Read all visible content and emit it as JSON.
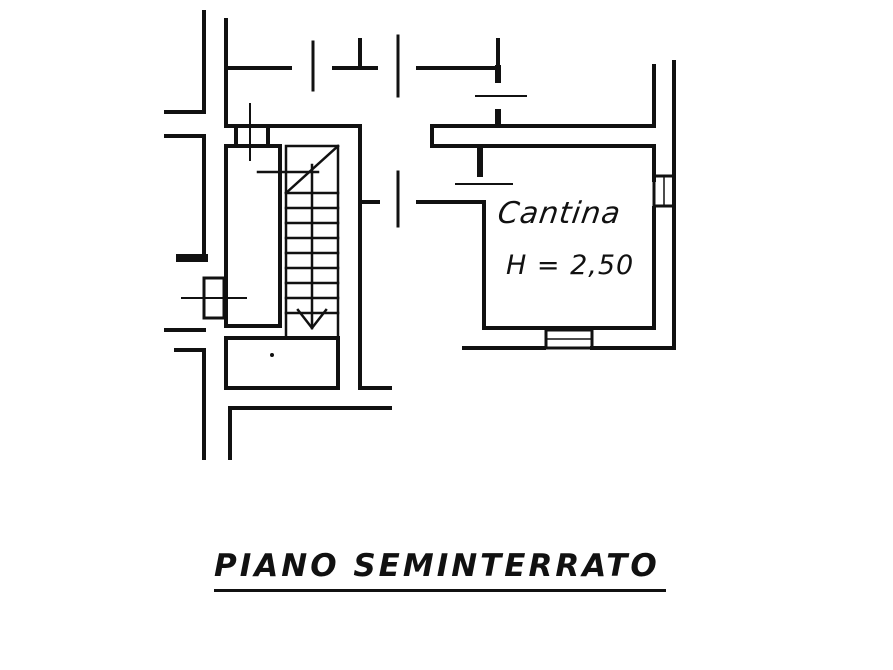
{
  "plan": {
    "floor_title": "PIANO SEMINTERRATO",
    "room": {
      "name": "Cantina",
      "height_label": "H = 2,50"
    }
  },
  "colors": {
    "ink": "#111111",
    "paper": "#ffffff"
  }
}
